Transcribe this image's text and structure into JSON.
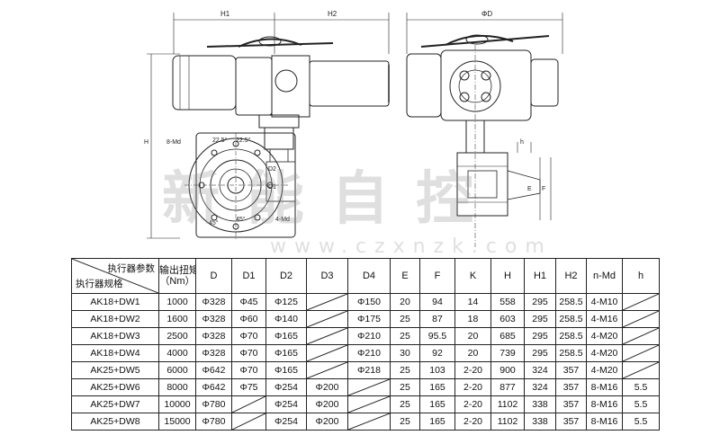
{
  "drawing": {
    "dim_h1": "H1",
    "dim_h2": "H2",
    "dim_phi_d": "ΦD",
    "dim_d2": "D2",
    "dim_h": "H",
    "dim_nmd": "8-Md",
    "dim_ang1": "22.5°",
    "dim_ang2": "22.5°",
    "dim_ang3": "45°",
    "dim_ang4": "45°",
    "dim_d1": "D1",
    "dim_4md": "4-Md",
    "dim_h_small": "h",
    "dim_f": "F",
    "dim_e": "E"
  },
  "watermark": {
    "brand_chars": "新能自控",
    "url": "www.czxnzk.com"
  },
  "table": {
    "header_diag_top": "执行器参数",
    "header_diag_bottom": "执行器规格",
    "header_torque_line1": "输出扭矩",
    "header_torque_line2": "（Nm）",
    "columns": [
      "D",
      "D1",
      "D2",
      "D3",
      "D4",
      "E",
      "F",
      "K",
      "H",
      "H1",
      "H2",
      "n-Md",
      "h"
    ],
    "rows": [
      {
        "model": "AK18+DW1",
        "torque": "1000",
        "cells": [
          "Φ328",
          "Φ45",
          "Φ125",
          "",
          "Φ150",
          "20",
          "94",
          "14",
          "558",
          "295",
          "258.5",
          "4-M10",
          ""
        ]
      },
      {
        "model": "AK18+DW2",
        "torque": "1600",
        "cells": [
          "Φ328",
          "Φ60",
          "Φ140",
          "",
          "Φ175",
          "25",
          "87",
          "18",
          "603",
          "295",
          "258.5",
          "4-M16",
          ""
        ]
      },
      {
        "model": "AK18+DW3",
        "torque": "2500",
        "cells": [
          "Φ328",
          "Φ70",
          "Φ165",
          "",
          "Φ210",
          "25",
          "95.5",
          "20",
          "685",
          "295",
          "258.5",
          "4-M20",
          ""
        ]
      },
      {
        "model": "AK18+DW4",
        "torque": "4000",
        "cells": [
          "Φ328",
          "Φ70",
          "Φ165",
          "",
          "Φ210",
          "30",
          "92",
          "20",
          "739",
          "295",
          "258.5",
          "4-M20",
          ""
        ]
      },
      {
        "model": "AK25+DW5",
        "torque": "6000",
        "cells": [
          "Φ642",
          "Φ70",
          "Φ165",
          "",
          "Φ218",
          "25",
          "103",
          "2-20",
          "900",
          "324",
          "357",
          "4-M20",
          ""
        ]
      },
      {
        "model": "AK25+DW6",
        "torque": "8000",
        "cells": [
          "Φ642",
          "Φ75",
          "Φ254",
          "Φ200",
          "",
          "25",
          "165",
          "2-20",
          "877",
          "324",
          "357",
          "8-M16",
          "5.5"
        ]
      },
      {
        "model": "AK25+DW7",
        "torque": "10000",
        "cells": [
          "Φ780",
          "",
          "Φ254",
          "Φ200",
          "",
          "25",
          "165",
          "2-20",
          "1102",
          "338",
          "357",
          "8-M16",
          "5.5"
        ]
      },
      {
        "model": "AK25+DW8",
        "torque": "15000",
        "cells": [
          "Φ780",
          "",
          "Φ254",
          "Φ200",
          "",
          "25",
          "165",
          "2-20",
          "1102",
          "338",
          "357",
          "8-M16",
          "5.5"
        ]
      }
    ]
  }
}
